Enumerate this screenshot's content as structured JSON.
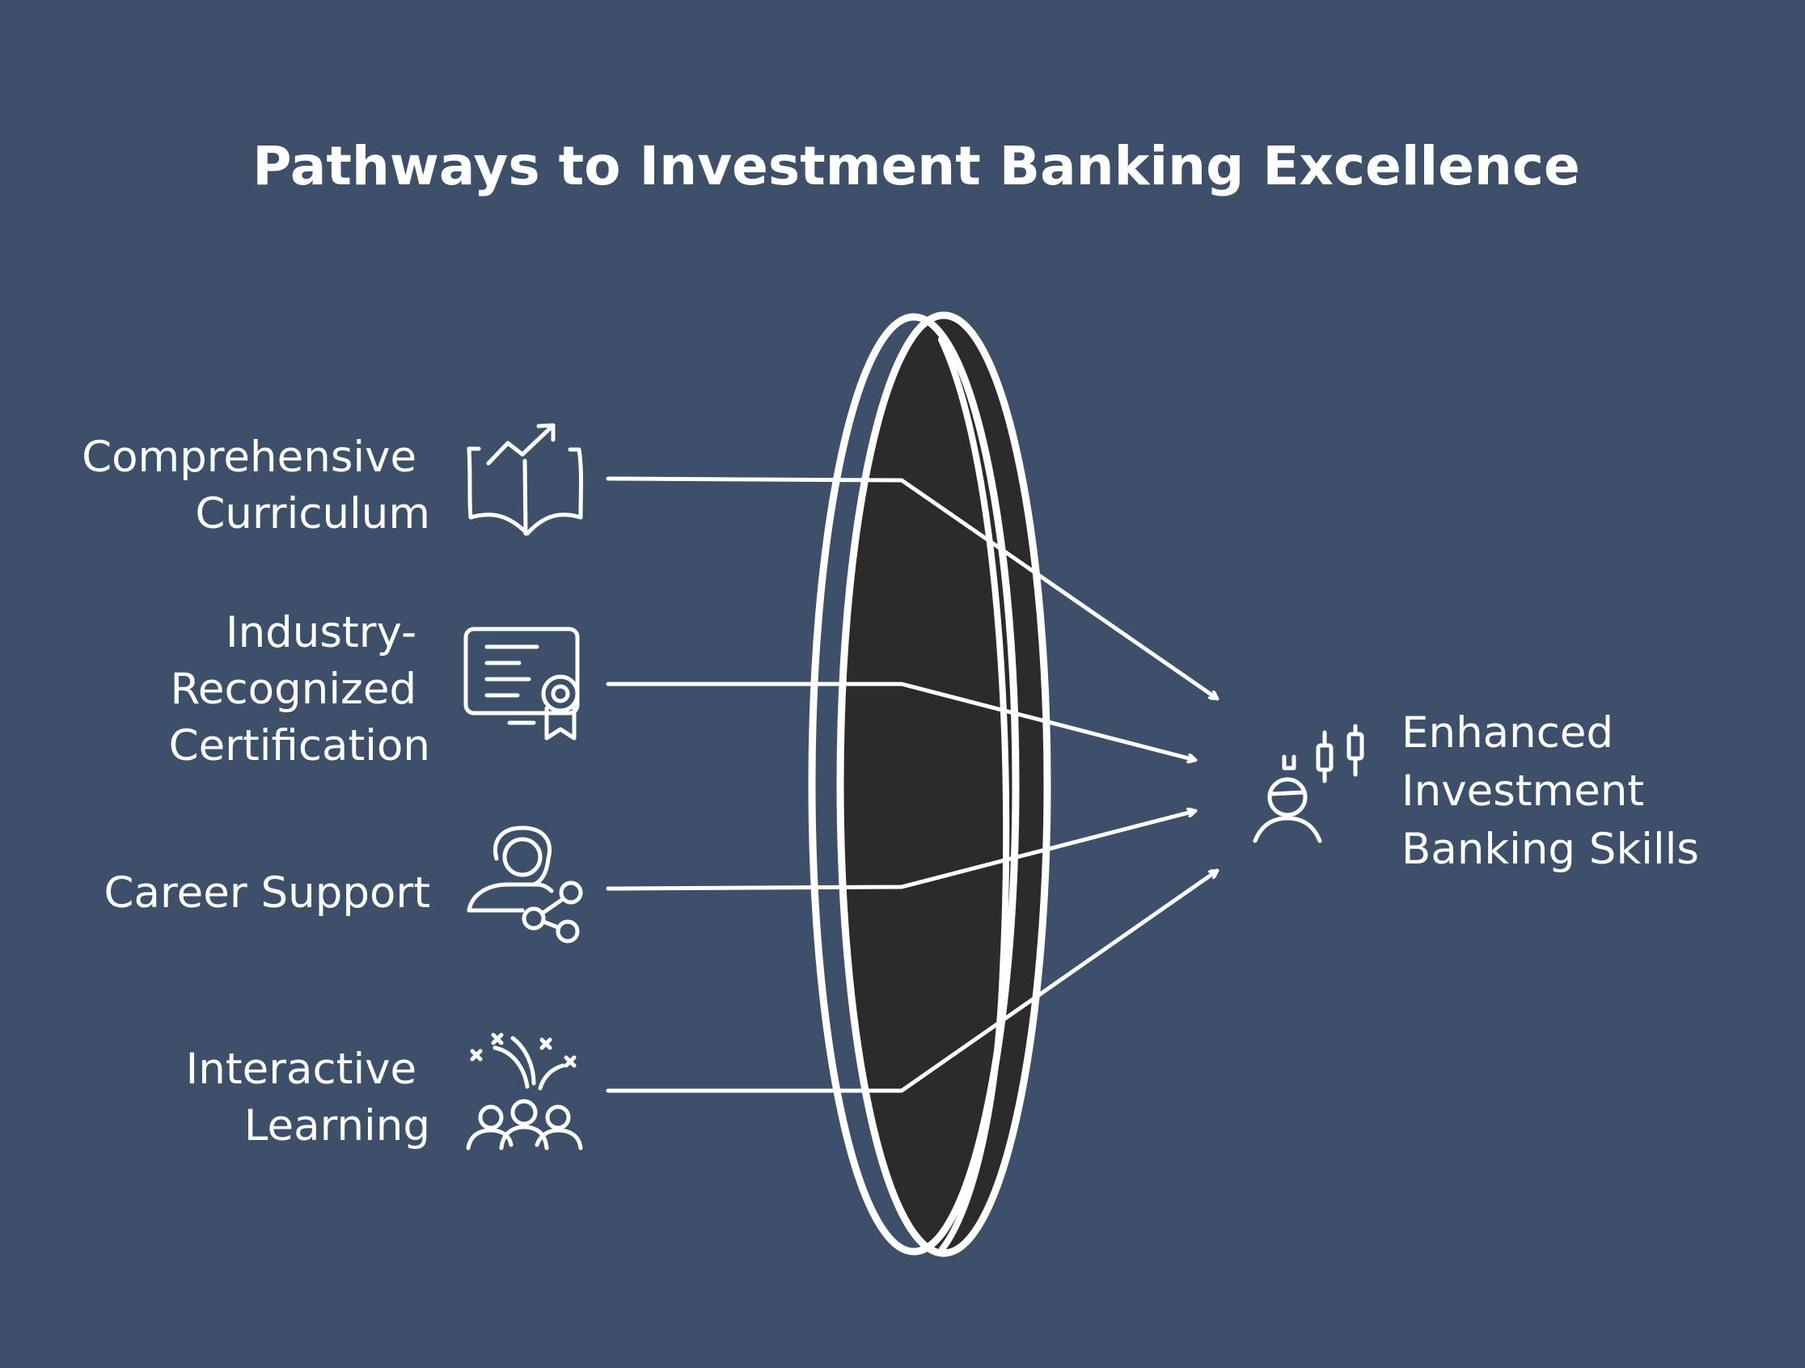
{
  "title": "Pathways to Investment Banking Excellence",
  "inputs": [
    {
      "lines": [
        "Comprehensive",
        "Curriculum"
      ],
      "icon": "open-book-growth-icon"
    },
    {
      "lines": [
        "Industry-",
        "Recognized",
        "Certification"
      ],
      "icon": "certificate-icon"
    },
    {
      "lines": [
        "Career Support"
      ],
      "icon": "person-network-icon"
    },
    {
      "lines": [
        "Interactive",
        "Learning"
      ],
      "icon": "group-celebration-icon"
    }
  ],
  "output": {
    "lines": [
      "Enhanced",
      "Investment",
      "Banking Skills"
    ],
    "icon": "person-candlestick-icon"
  },
  "colors": {
    "background": "#3e4f6a",
    "lens_fill": "#2b2b2b",
    "stroke": "#ffffff"
  }
}
